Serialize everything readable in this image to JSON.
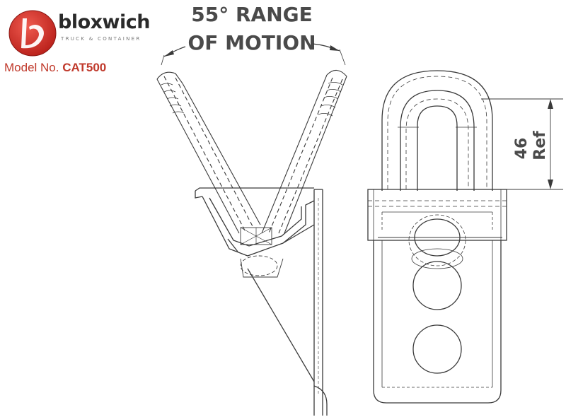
{
  "brand": {
    "name": "bloxwich",
    "tagline": "TRUCK & CONTAINER",
    "accent_color": "#d0302a"
  },
  "model": {
    "prefix": "Model No.",
    "number": "CAT500"
  },
  "annotations": {
    "range_line1": "55° RANGE",
    "range_line2": "OF MOTION",
    "dimension_value": "46",
    "dimension_ref": "Ref"
  }
}
